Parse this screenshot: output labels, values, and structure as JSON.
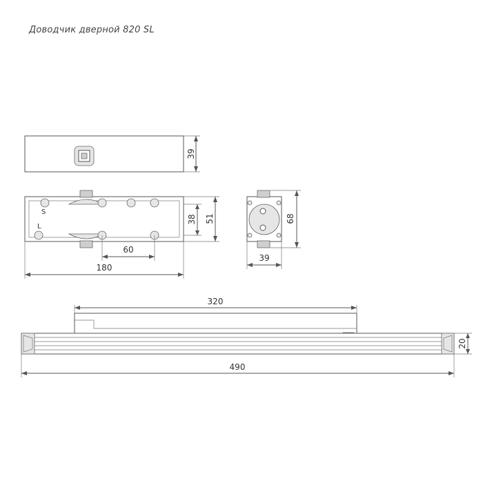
{
  "title": "Доводчик дверной 820 SL",
  "labels": {
    "s": "S",
    "l": "L"
  },
  "dimensions": {
    "top_height": "39",
    "hole_spacing": "60",
    "body_length": "180",
    "inner_height": "38",
    "outer_height": "51",
    "side_height": "68",
    "side_width": "39",
    "slider_length": "320",
    "rail_length": "490",
    "rail_height": "20"
  }
}
